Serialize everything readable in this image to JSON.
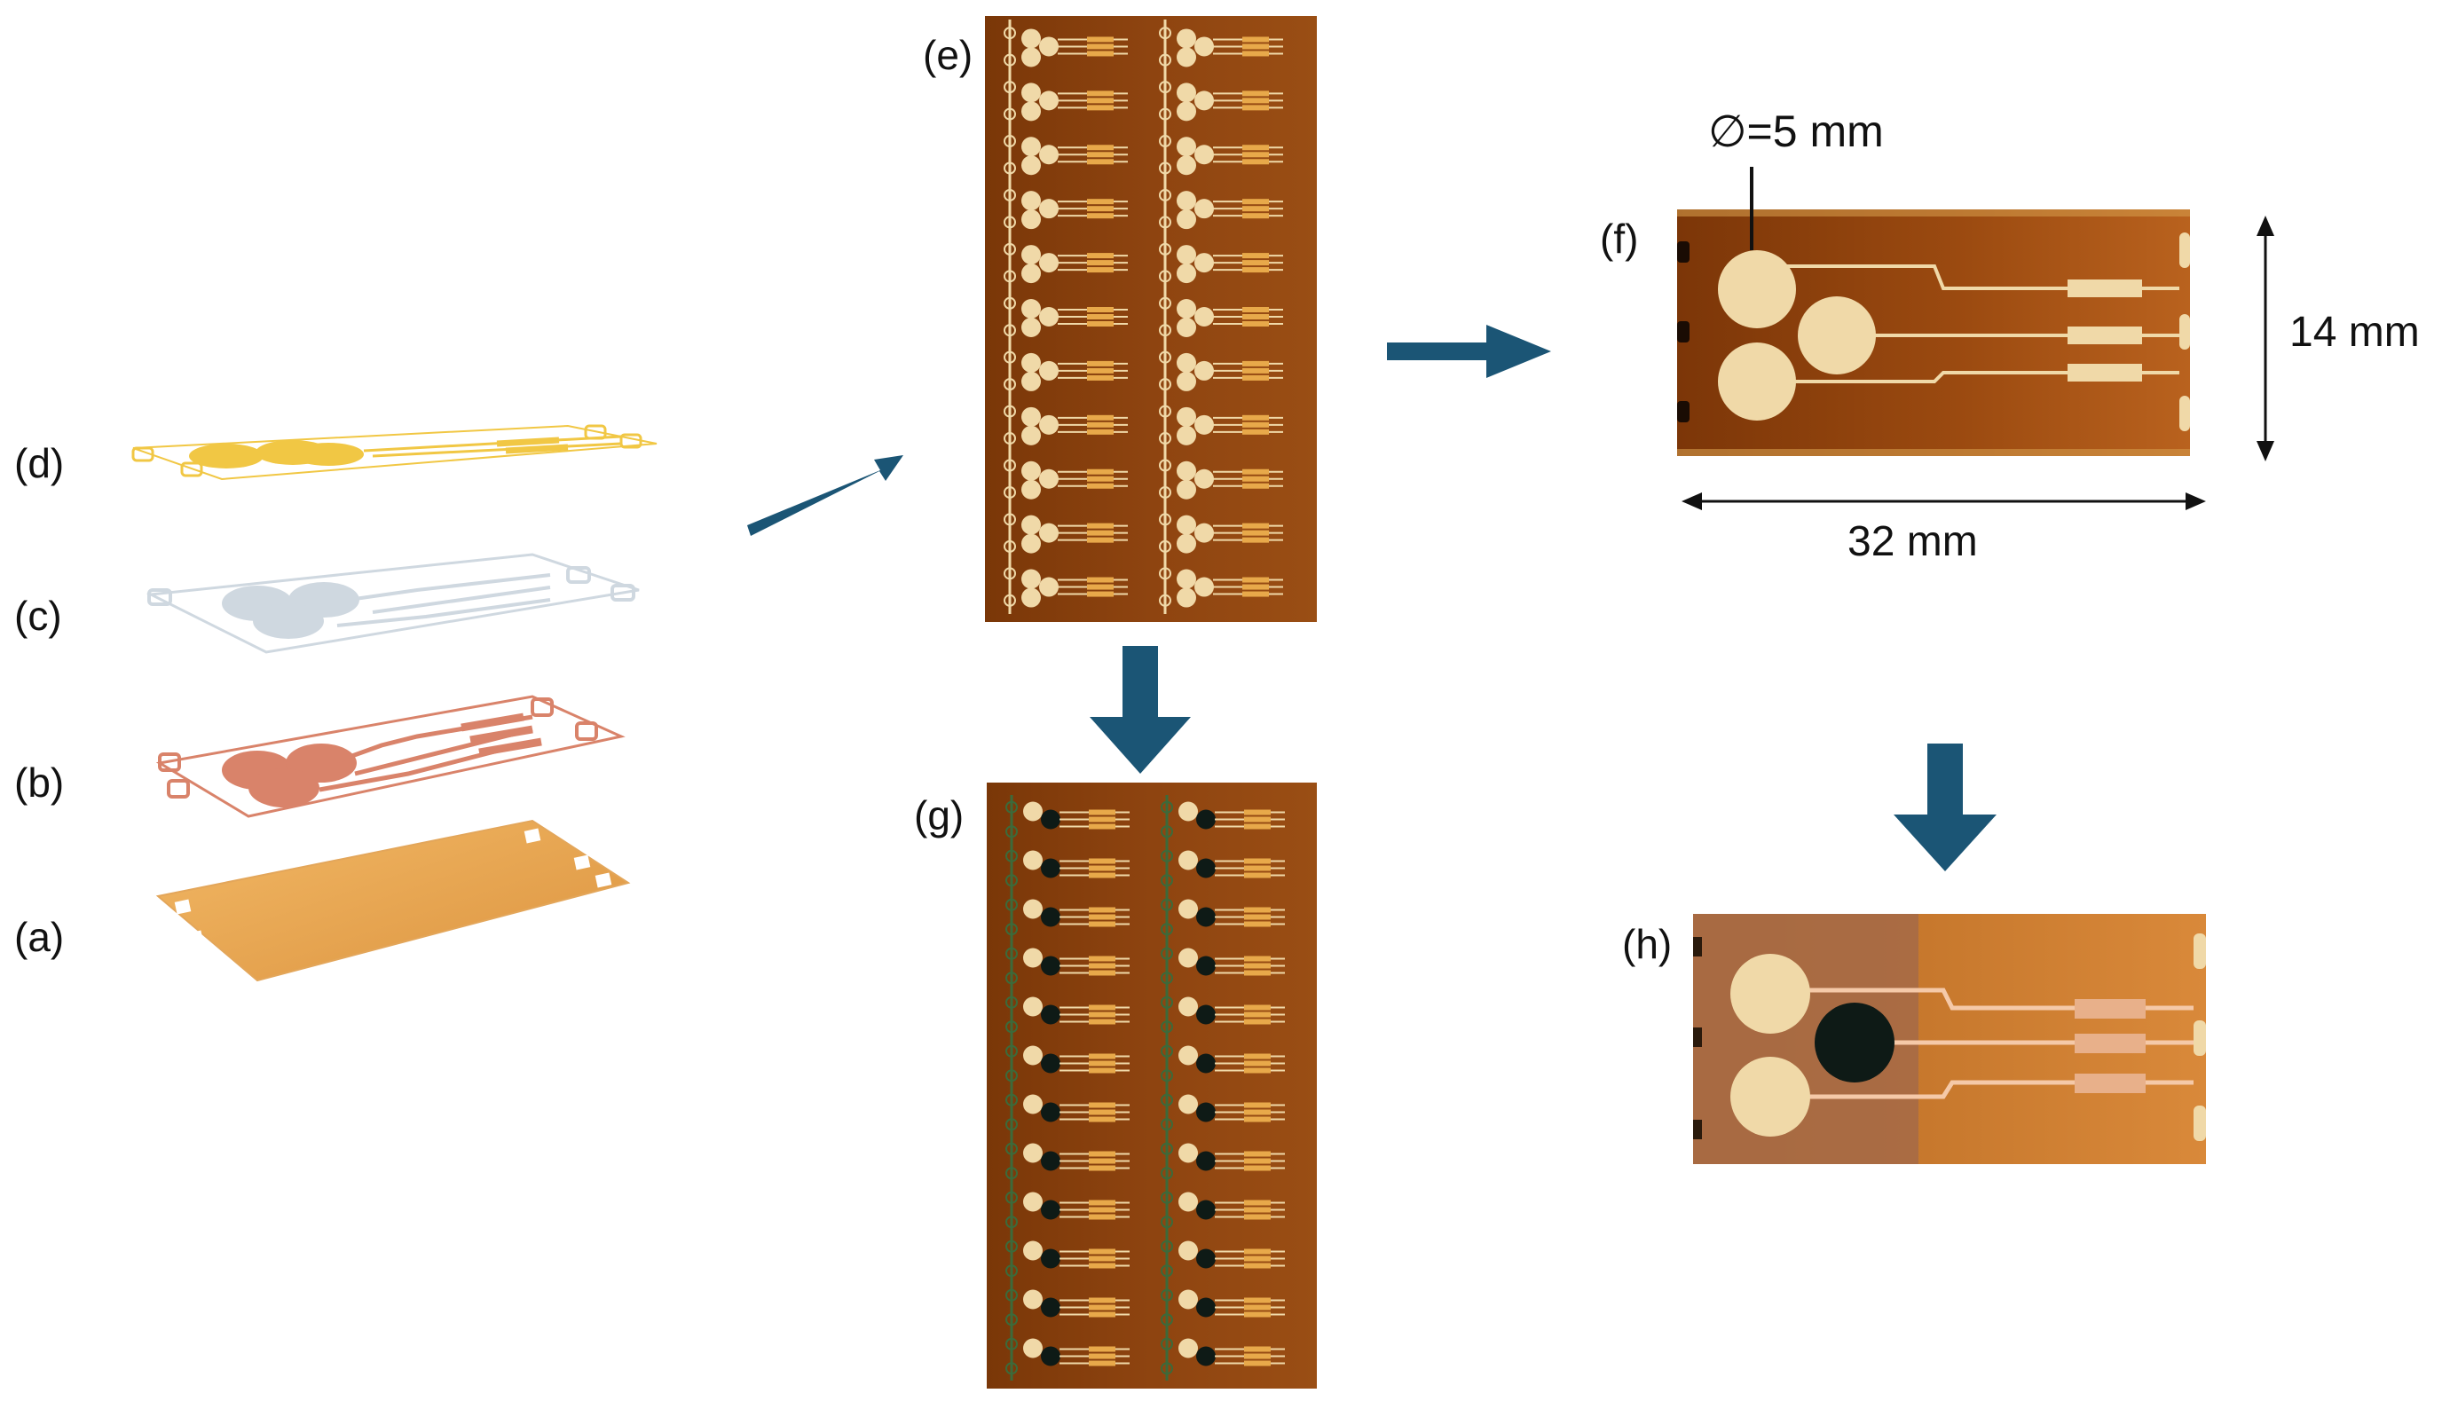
{
  "panel_labels": {
    "a": "(a)",
    "b": "(b)",
    "c": "(c)",
    "d": "(d)",
    "e": "(e)",
    "f": "(f)",
    "g": "(g)",
    "h": "(h)"
  },
  "dimensions": {
    "diameter": "∅=5 mm",
    "width": "32 mm",
    "height": "14 mm"
  },
  "sheet_layout": {
    "columns": 2,
    "rows_e": 11,
    "rows_g": 12
  },
  "colors": {
    "arrow": "#1b5575",
    "gold": "#f1c744",
    "pad_gold": "#f0d9a8",
    "copper": "#d9836a",
    "silver": "#cfd8e0",
    "substrate": "#e6a44e",
    "kapton": "#8a4010",
    "kapton_dark": "#6e3009",
    "kapton_light": "#c2661c",
    "carbon": "#0e1a16"
  }
}
